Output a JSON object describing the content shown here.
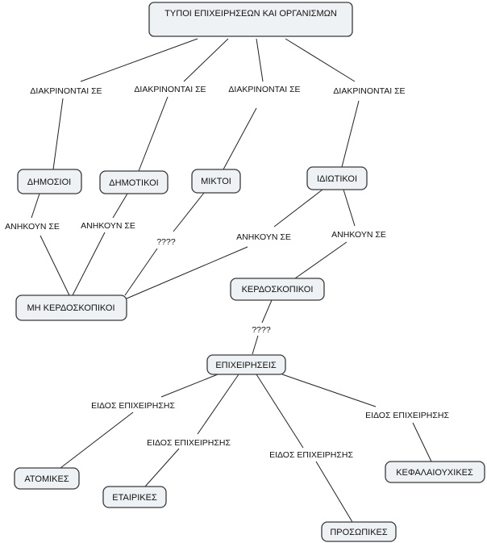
{
  "nodes": {
    "root": "ΤΥΠΟΙ ΕΠΙΧΕΙΡΗΣΕΩΝ ΚΑΙ ΟΡΓΑΝΙΣΜΩΝ",
    "dimosioi": "ΔΗΜΟΣΙΟΙ",
    "dimotikoi": "ΔΗΜΟΤΙΚΟΙ",
    "miktoi": "ΜΙΚΤΟΙ",
    "idiotikoi": "ΙΔΙΩΤΙΚΟΙ",
    "mi_kerdoskopikoi": "ΜΗ ΚΕΡΔΟΣΚΟΠΙΚΟΙ",
    "kerdoskopikoi": "ΚΕΡΔΟΣΚΟΠΙΚΟΙ",
    "epixeiriseis": "ΕΠΙΧΕΙΡΗΣΕΙΣ",
    "atomikes": "ΑΤΟΜΙΚΕΣ",
    "etairikes": "ΕΤΑΙΡΙΚΕΣ",
    "prosopikes": "ΠΡΟΣΩΠΙΚΕΣ",
    "kefalaiouxikes": "ΚΕΦΑΛΑΙΟΥΧΙΚΕΣ"
  },
  "labels": {
    "diakrinontai_1": "ΔΙΑΚΡΙΝΟΝΤΑΙ ΣΕ",
    "diakrinontai_2": "ΔΙΑΚΡΙΝΟΝΤΑΙ ΣΕ",
    "diakrinontai_3": "ΔΙΑΚΡΙΝΟΝΤΑΙ ΣΕ",
    "diakrinontai_4": "ΔΙΑΚΡΙΝΟΝΤΑΙ ΣΕ",
    "anikoun_1": "ΑΝΗΚΟΥΝ ΣΕ",
    "anikoun_2": "ΑΝΗΚΟΥΝ ΣΕ",
    "anikoun_3": "ΑΝΗΚΟΥΝ ΣΕ",
    "anikoun_4": "ΑΝΗΚΟΥΝ ΣΕ",
    "unknown_1": "????",
    "unknown_2": "????",
    "eidos_1": "ΕΙΔΟΣ ΕΠΙΧΕΙΡΗΣΗΣ",
    "eidos_2": "ΕΙΔΟΣ ΕΠΙΧΕΙΡΗΣΗΣ",
    "eidos_3": "ΕΙΔΟΣ ΕΠΙΧΕΙΡΗΣΗΣ",
    "eidos_4": "ΕΙΔΟΣ ΕΠΙΧΕΙΡΗΣΗΣ"
  }
}
